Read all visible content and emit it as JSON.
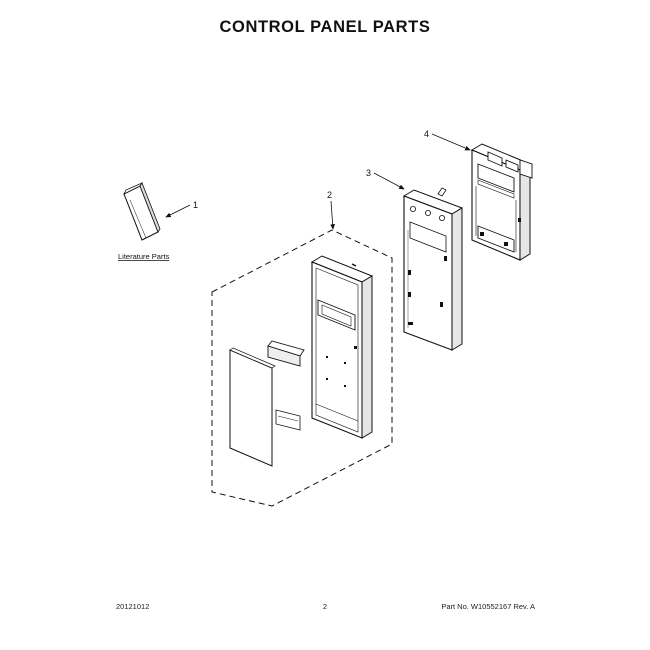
{
  "title": "CONTROL PANEL PARTS",
  "callouts": [
    {
      "id": "1",
      "label": "1"
    },
    {
      "id": "2",
      "label": "2"
    },
    {
      "id": "3",
      "label": "3"
    },
    {
      "id": "4",
      "label": "4"
    }
  ],
  "literature_caption": "Literature Parts",
  "footer": {
    "date": "20121012",
    "page": "2",
    "part_number": "Part No. W10552167  Rev. A"
  }
}
